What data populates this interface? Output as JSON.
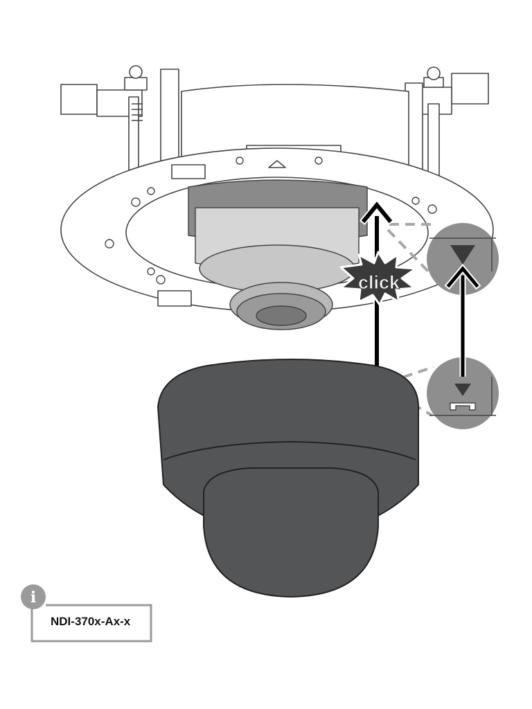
{
  "figure": {
    "click_label": "click",
    "info_glyph": "i",
    "model_label": "NDI-370x-Ax-x"
  },
  "colors": {
    "line": "#444444",
    "mount_fill": "#ffffff",
    "camera_body": "#7d7d7d",
    "dome": "#545556",
    "detail_circle": "#8e8e8e",
    "arrow": "#000000",
    "info_frame": "#9a9a9a"
  },
  "icons": {
    "info": "info-icon",
    "up_arrow": "up-arrow-icon",
    "down_triangle": "down-triangle-icon",
    "click_burst": "click-burst-icon"
  }
}
